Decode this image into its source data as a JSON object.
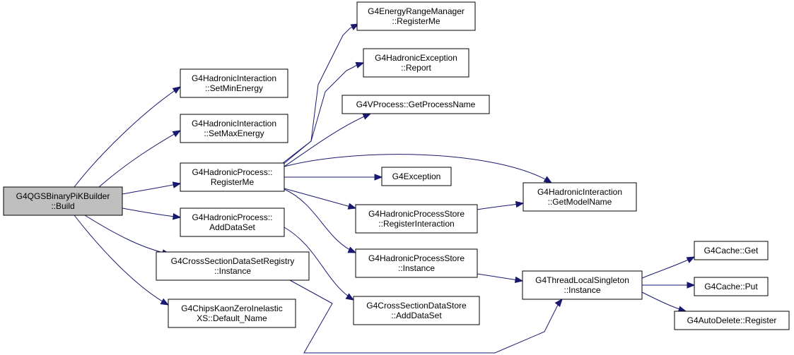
{
  "colors": {
    "edge": "#191970",
    "root_fill": "#bfbfbf",
    "node_fill": "#ffffff",
    "node_border": "#000000"
  },
  "nodes": [
    {
      "id": "n0",
      "lines": [
        "G4QGSBinaryPiKBuilder",
        "::Build"
      ],
      "root": true
    },
    {
      "id": "n1",
      "lines": [
        "G4HadronicInteraction",
        "::SetMinEnergy"
      ]
    },
    {
      "id": "n2",
      "lines": [
        "G4HadronicInteraction",
        "::SetMaxEnergy"
      ]
    },
    {
      "id": "n3",
      "lines": [
        "G4HadronicProcess::",
        "RegisterMe"
      ]
    },
    {
      "id": "n4",
      "lines": [
        "G4HadronicProcess::",
        "AddDataSet"
      ]
    },
    {
      "id": "n5",
      "lines": [
        "G4CrossSectionDataSetRegistry",
        "::Instance"
      ]
    },
    {
      "id": "n6",
      "lines": [
        "G4ChipsKaonZeroInelastic",
        "XS::Default_Name"
      ]
    },
    {
      "id": "n7",
      "lines": [
        "G4EnergyRangeManager",
        "::RegisterMe"
      ]
    },
    {
      "id": "n8",
      "lines": [
        "G4HadronicException",
        "::Report"
      ]
    },
    {
      "id": "n9",
      "lines": [
        "G4VProcess::GetProcessName"
      ]
    },
    {
      "id": "n10",
      "lines": [
        "G4Exception"
      ]
    },
    {
      "id": "n11",
      "lines": [
        "G4HadronicInteraction",
        "::GetModelName"
      ]
    },
    {
      "id": "n12",
      "lines": [
        "G4HadronicProcessStore",
        "::RegisterInteraction"
      ]
    },
    {
      "id": "n13",
      "lines": [
        "G4HadronicProcessStore",
        "::Instance"
      ]
    },
    {
      "id": "n14",
      "lines": [
        "G4ThreadLocalSingleton",
        "::Instance"
      ]
    },
    {
      "id": "n15",
      "lines": [
        "G4CrossSectionDataStore",
        "::AddDataSet"
      ]
    },
    {
      "id": "n16",
      "lines": [
        "G4Cache::Get"
      ]
    },
    {
      "id": "n17",
      "lines": [
        "G4Cache::Put"
      ]
    },
    {
      "id": "n18",
      "lines": [
        "G4AutoDelete::Register"
      ]
    }
  ],
  "edges": [
    [
      "n0",
      "n1"
    ],
    [
      "n0",
      "n2"
    ],
    [
      "n0",
      "n3"
    ],
    [
      "n0",
      "n4"
    ],
    [
      "n0",
      "n5"
    ],
    [
      "n0",
      "n6"
    ],
    [
      "n3",
      "n7"
    ],
    [
      "n3",
      "n8"
    ],
    [
      "n3",
      "n9"
    ],
    [
      "n3",
      "n11"
    ],
    [
      "n3",
      "n10"
    ],
    [
      "n3",
      "n12"
    ],
    [
      "n3",
      "n13"
    ],
    [
      "n12",
      "n11"
    ],
    [
      "n13",
      "n14"
    ],
    [
      "n4",
      "n15"
    ],
    [
      "n5",
      "n14"
    ],
    [
      "n14",
      "n16"
    ],
    [
      "n14",
      "n17"
    ],
    [
      "n14",
      "n18"
    ]
  ]
}
